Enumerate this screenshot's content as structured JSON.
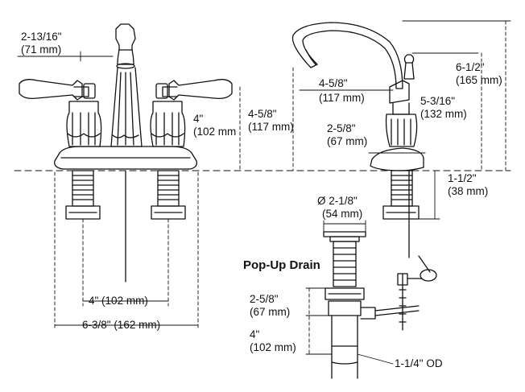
{
  "title": "Pop-Up Drain",
  "dims": {
    "spout_width": {
      "imperial": "2-13/16\"",
      "metric": "(71 mm)"
    },
    "handle_height": {
      "imperial": "4\"",
      "metric": "(102 mm"
    },
    "body_height": {
      "imperial": "4-5/8\"",
      "metric": "(117 mm)"
    },
    "spout_reach": {
      "imperial": "4-5/8\"",
      "metric": "(117 mm)"
    },
    "total_height": {
      "imperial": "6-1/2\"",
      "metric": "(165 mm)"
    },
    "spout_height": {
      "imperial": "5-3/16\"",
      "metric": "(132 mm)"
    },
    "base_depth": {
      "imperial": "2-5/8\"",
      "metric": "(67 mm)"
    },
    "shank_length": {
      "imperial": "1-1/2\"",
      "metric": "(38 mm)"
    },
    "drain_dia": {
      "imperial": "Ø 2-1/8\"",
      "metric": "(54 mm)"
    },
    "centers": {
      "text": "4\" (102 mm)"
    },
    "overall_width": {
      "text": "6-3/8\" (162 mm)"
    },
    "drain_upper": {
      "imperial": "2-5/8\"",
      "metric": "(67 mm)"
    },
    "drain_lower": {
      "imperial": "4\"",
      "metric": "(102 mm)"
    },
    "tail_od": {
      "text": "1-1/4\" OD"
    }
  }
}
